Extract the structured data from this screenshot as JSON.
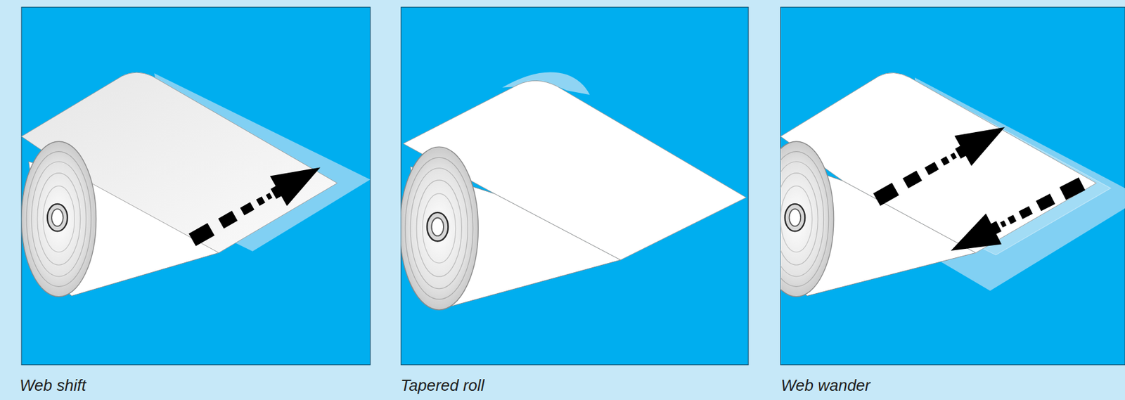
{
  "diagram": {
    "labels": [
      "Web shift",
      "Tapered roll",
      "Web wander"
    ]
  }
}
